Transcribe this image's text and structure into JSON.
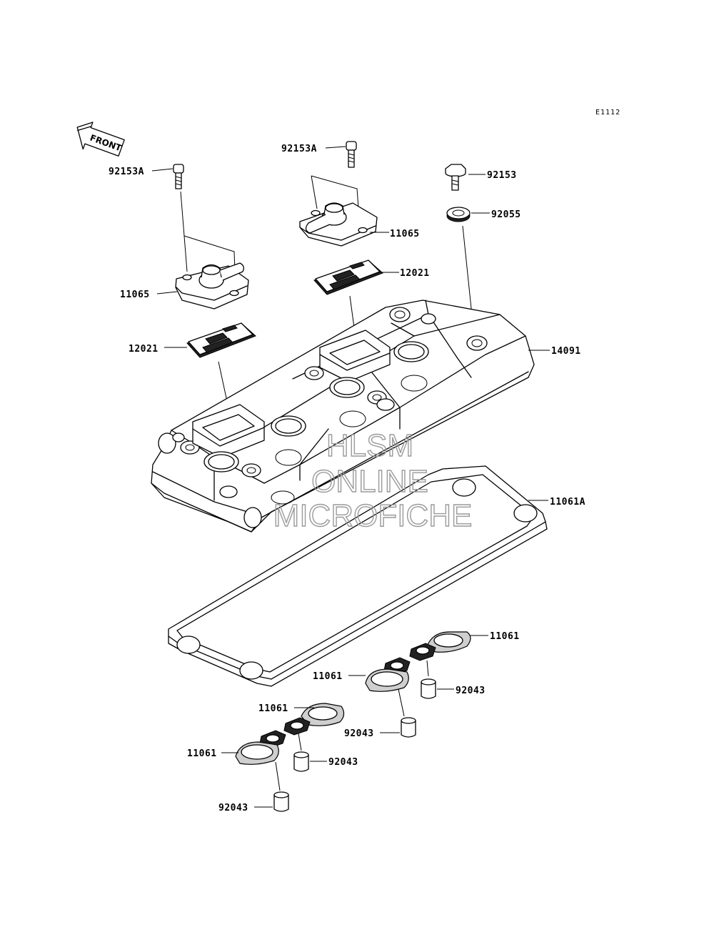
{
  "diagram_code": "E1112",
  "front_arrow": "FRONT",
  "watermark": [
    "HLSM",
    "ONLINE",
    "MICROFICHE"
  ],
  "parts": {
    "bolt_left": "92153A",
    "bolt_center": "92153A",
    "bolt_right": "92153",
    "washer_right": "92055",
    "cap_right": "11065",
    "cap_left": "11065",
    "plate_right": "12021",
    "plate_left": "12021",
    "cover": "14091",
    "gasket_main": "11061A",
    "gasket_a": "11061",
    "gasket_b": "11061",
    "gasket_c": "11061",
    "gasket_d": "11061",
    "dowel_a": "92043",
    "dowel_b": "92043",
    "dowel_c": "92043",
    "dowel_d": "92043"
  }
}
